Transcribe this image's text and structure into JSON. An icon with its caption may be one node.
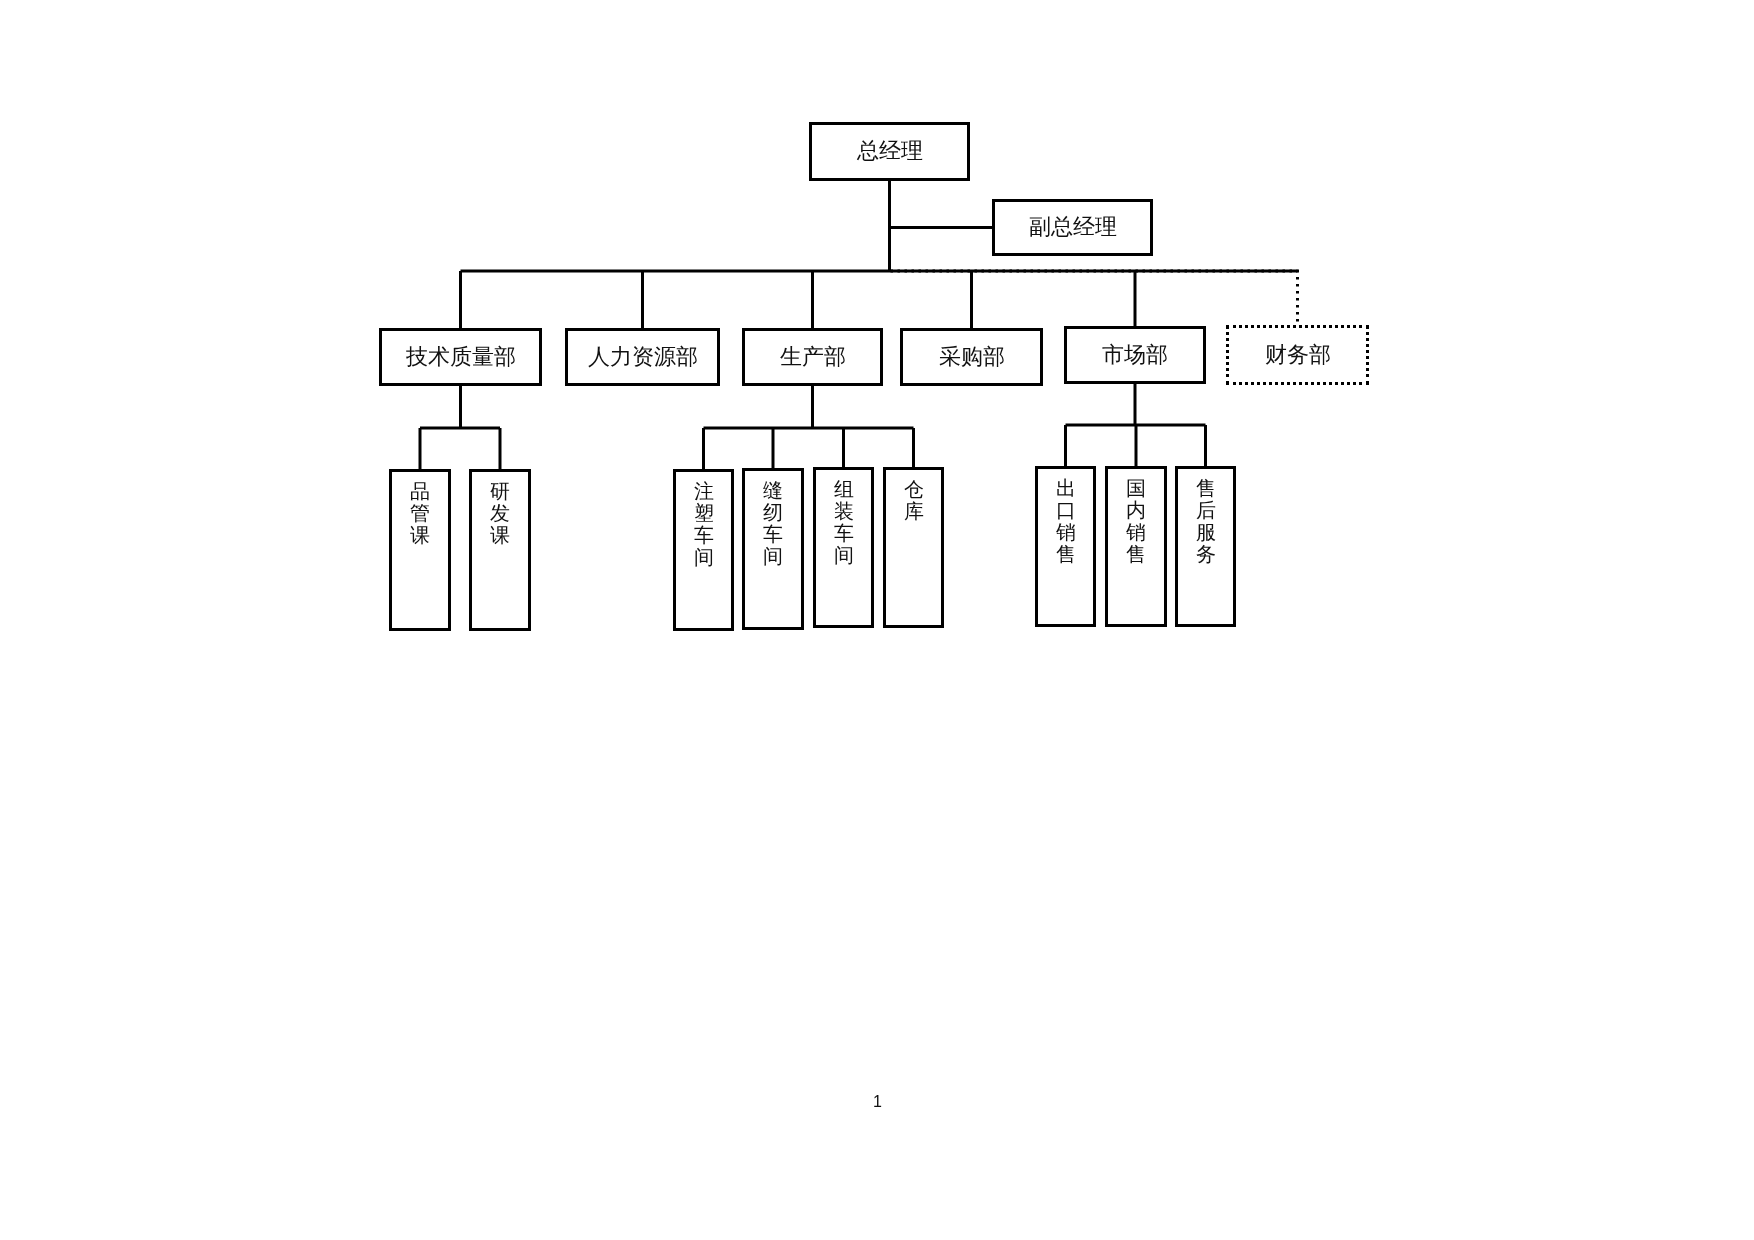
{
  "diagram": {
    "nodes": [
      {
        "text": [
          "总经理"
        ]
      },
      {
        "text": [
          "副总经理"
        ]
      },
      {
        "text": [
          "技术质量部"
        ]
      },
      {
        "text": [
          "人力资源部"
        ]
      },
      {
        "text": [
          "生产部"
        ]
      },
      {
        "text": [
          "采购部"
        ]
      },
      {
        "text": [
          "市场部"
        ]
      },
      {
        "text": [
          "财务部"
        ]
      },
      {
        "text": [
          "品管课"
        ]
      },
      {
        "text": [
          "研发课"
        ]
      },
      {
        "text": [
          "注塑车间"
        ]
      },
      {
        "text": [
          "缝纫车间"
        ]
      },
      {
        "text": [
          "组装车间"
        ]
      },
      {
        "text": [
          "仓库"
        ]
      },
      {
        "text": [
          "出口销售"
        ]
      },
      {
        "text": [
          "国内销售"
        ]
      },
      {
        "text": [
          "售后服务"
        ]
      }
    ],
    "edges": [
      {
        "from": 0,
        "to": 1,
        "arrow": "none"
      },
      {
        "from": 0,
        "to": 2,
        "arrow": "none"
      },
      {
        "from": 0,
        "to": 3,
        "arrow": "none"
      },
      {
        "from": 0,
        "to": 4,
        "arrow": "none"
      },
      {
        "from": 0,
        "to": 5,
        "arrow": "none"
      },
      {
        "from": 0,
        "to": 6,
        "arrow": "none"
      },
      {
        "from": 0,
        "to": 7,
        "arrow": "none",
        "style": "dashed"
      },
      {
        "from": 2,
        "to": 8,
        "arrow": "none"
      },
      {
        "from": 2,
        "to": 9,
        "arrow": "none"
      },
      {
        "from": 4,
        "to": 10,
        "arrow": "none"
      },
      {
        "from": 4,
        "to": 11,
        "arrow": "none"
      },
      {
        "from": 4,
        "to": 12,
        "arrow": "none"
      },
      {
        "from": 4,
        "to": 13,
        "arrow": "none"
      },
      {
        "from": 6,
        "to": 14,
        "arrow": "none"
      },
      {
        "from": 6,
        "to": 15,
        "arrow": "none"
      },
      {
        "from": 6,
        "to": 16,
        "arrow": "none"
      }
    ],
    "labels": [
      "1"
    ]
  }
}
